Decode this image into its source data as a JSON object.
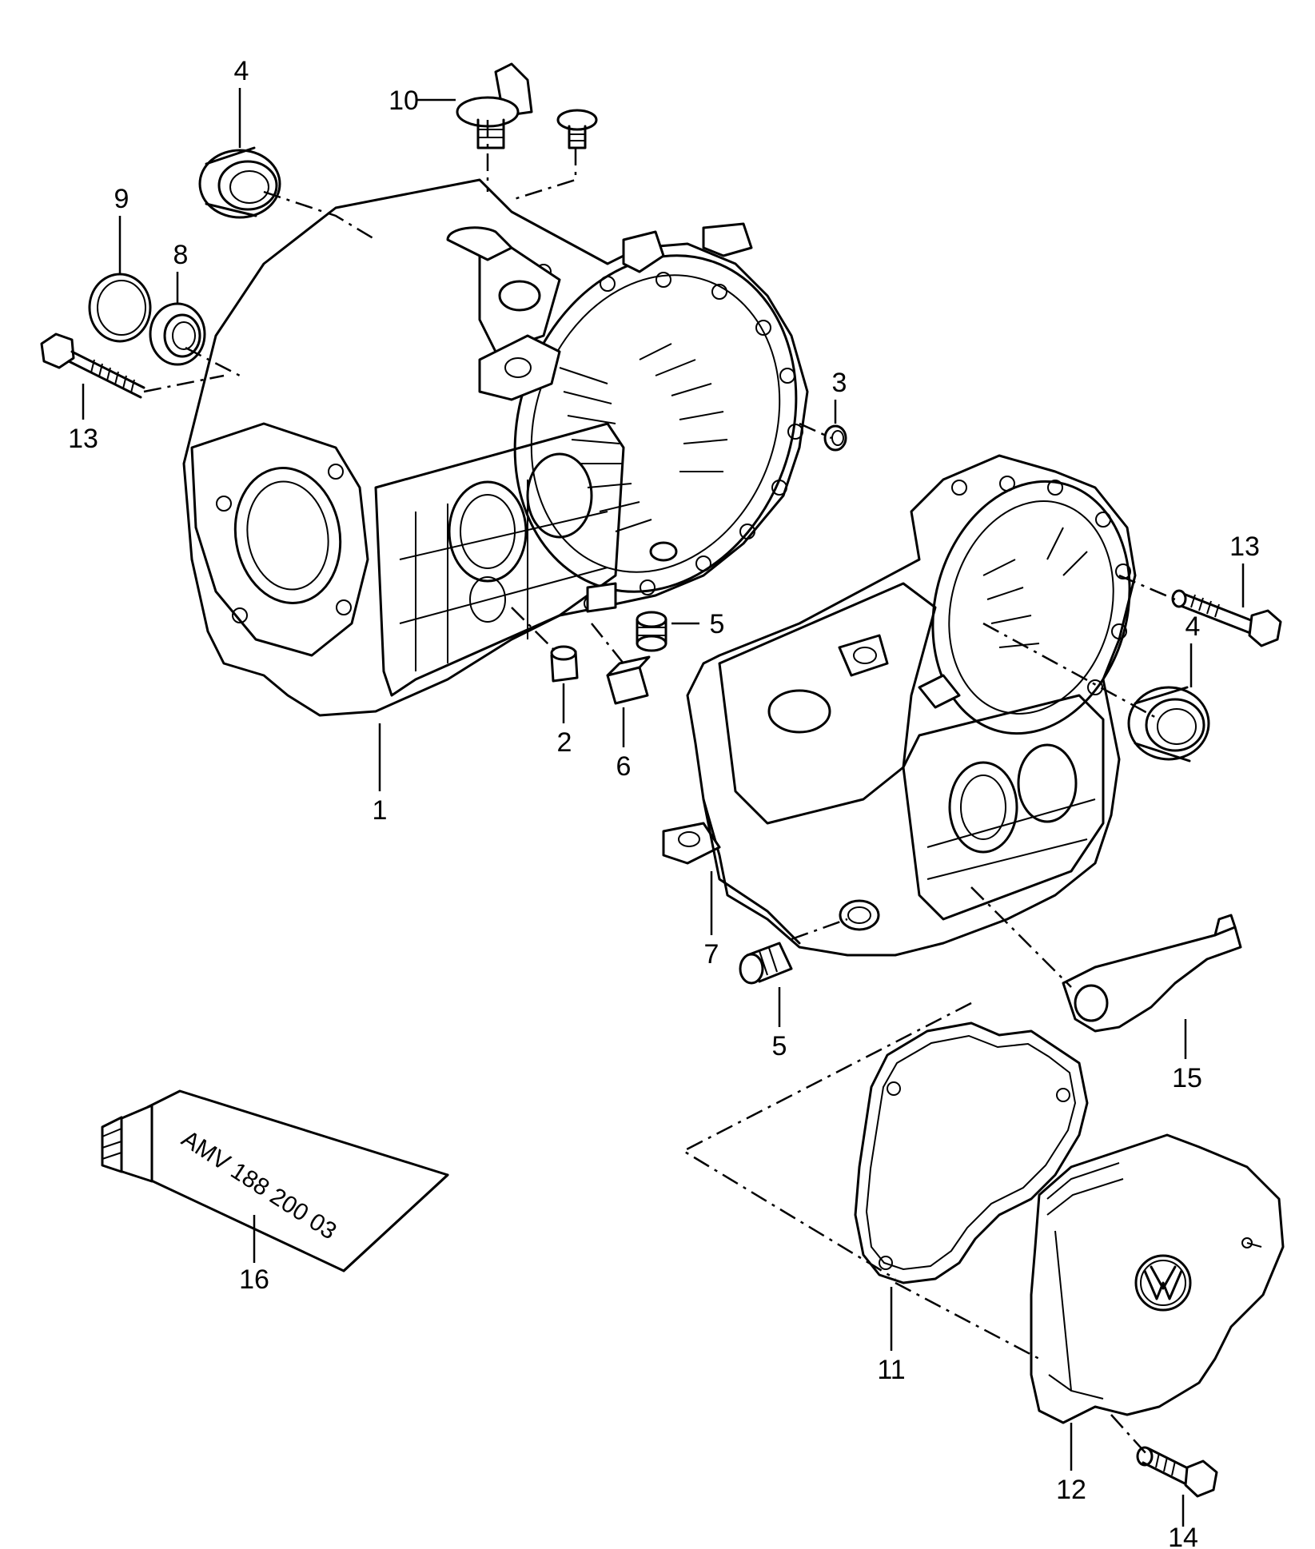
{
  "callouts": [
    "1",
    "2",
    "3",
    "4",
    "4",
    "5",
    "5",
    "6",
    "7",
    "8",
    "9",
    "10",
    "11",
    "12",
    "13",
    "13",
    "14",
    "15",
    "16"
  ],
  "tube_label": "AMV 188 200 03"
}
